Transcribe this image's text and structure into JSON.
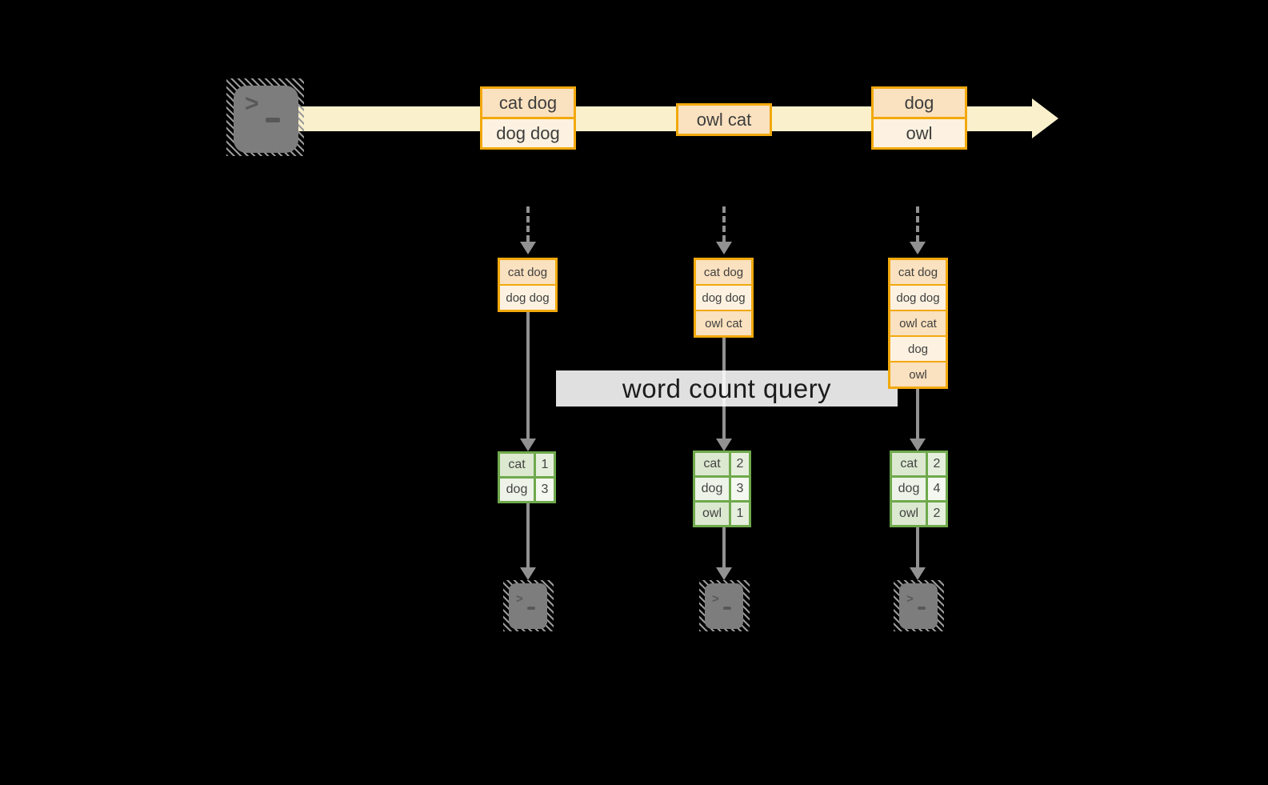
{
  "banner": {
    "label": "word count query"
  },
  "stream": {
    "events": [
      {
        "items": [
          "cat dog",
          "dog dog"
        ]
      },
      {
        "items": [
          "owl cat"
        ]
      },
      {
        "items": [
          "dog",
          "owl"
        ]
      }
    ]
  },
  "columns": [
    {
      "state": [
        "cat dog",
        "dog dog"
      ],
      "result": [
        {
          "word": "cat",
          "count": "1"
        },
        {
          "word": "dog",
          "count": "3"
        }
      ]
    },
    {
      "state": [
        "cat dog",
        "dog dog",
        "owl cat"
      ],
      "result": [
        {
          "word": "cat",
          "count": "2"
        },
        {
          "word": "dog",
          "count": "3"
        },
        {
          "word": "owl",
          "count": "1"
        }
      ]
    },
    {
      "state": [
        "cat dog",
        "dog dog",
        "owl cat",
        "dog",
        "owl"
      ],
      "result": [
        {
          "word": "cat",
          "count": "2"
        },
        {
          "word": "dog",
          "count": "4"
        },
        {
          "word": "owl",
          "count": "2"
        }
      ]
    }
  ],
  "icons": {
    "terminal_prompt": ">"
  },
  "colors": {
    "background": "#000000",
    "stream_band": "#FAF1CC",
    "accent_orange": "#F2A90D",
    "cell_peach_dark": "#FAE1BF",
    "cell_peach_light": "#FDF2E1",
    "green_border": "#6FA94C",
    "green_cell_dark": "#DCE8D0",
    "green_cell_light": "#EDF3E8",
    "arrow_gray": "#919191",
    "terminal_gray": "#7D7D7D"
  }
}
